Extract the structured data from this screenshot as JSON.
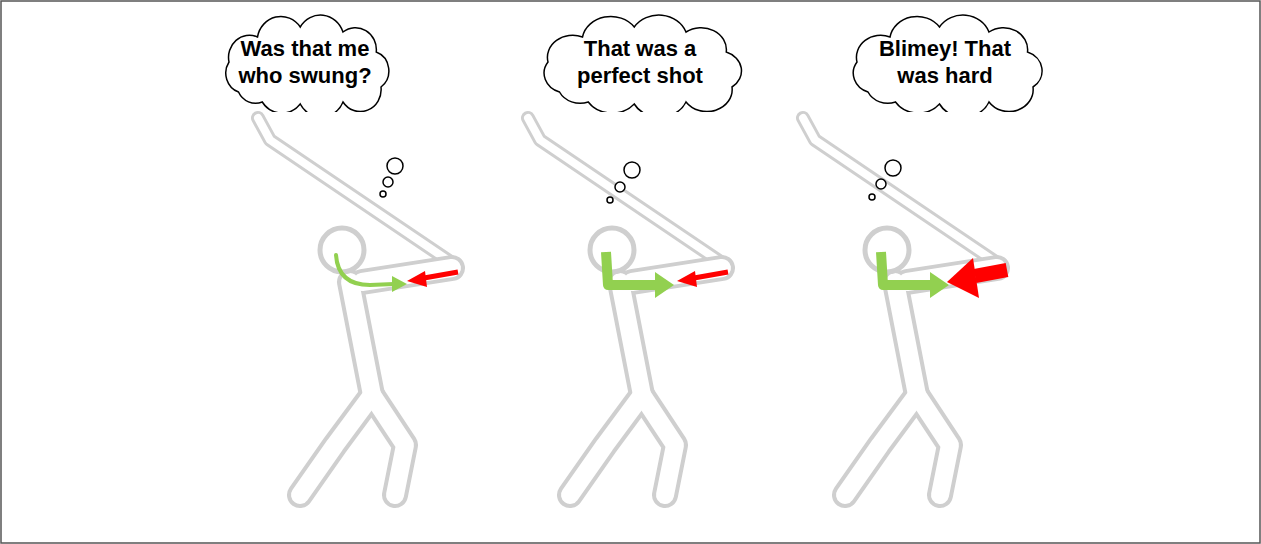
{
  "diagram": {
    "nodes": [
      {
        "text": [
          "Was that me who swung?"
        ]
      },
      {
        "text": [
          "That was a perfect shot"
        ]
      },
      {
        "text": [
          "Blimey! That was hard"
        ]
      }
    ]
  }
}
